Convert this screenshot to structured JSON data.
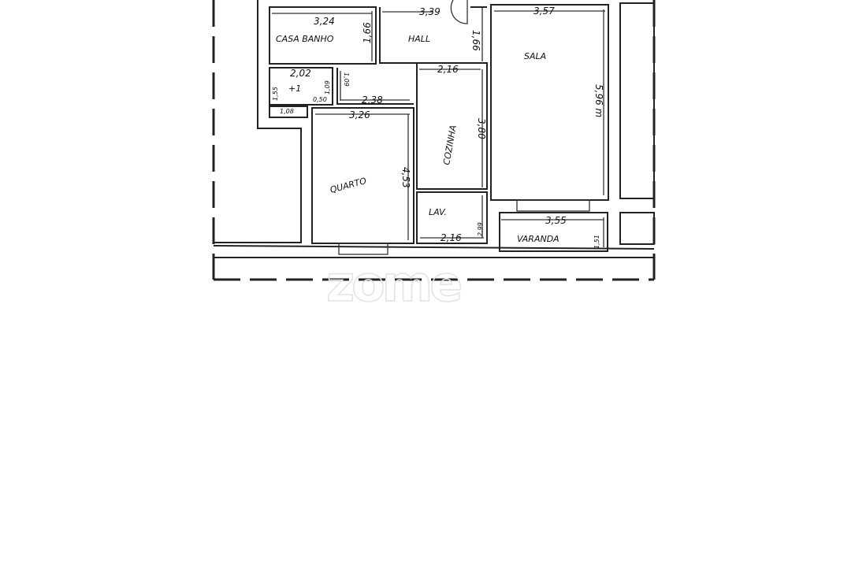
{
  "floor_plan": {
    "rooms": {
      "casa_banho": "CASA BANHO",
      "hall": "HALL",
      "sala": "SALA",
      "wc": "+1",
      "cozinha": "COZINHA",
      "quarto": "QUARTO",
      "lavandaria": "LAV.",
      "varanda": "VARANDA"
    },
    "dimensions": {
      "casa_banho_w": "3,24",
      "casa_banho_h": "1,66",
      "hall_w": "3,39",
      "hall_h": "1,66",
      "sala_w": "3,57",
      "sala_h": "5,96 m",
      "wc_w": "2,02",
      "wc_h": "1,55",
      "wc_small1": "1,09",
      "wc_small2": "0,50",
      "wc_bottom": "1,08",
      "corridor_h": "1,09",
      "corridor_w": "2,38",
      "cozinha_w": "2,16",
      "cozinha_h": "3,80",
      "quarto_w": "3,26",
      "quarto_h": "4,53",
      "lav_w": "2,16",
      "lav_h": "2,99",
      "varanda_w": "3,55",
      "varanda_h": "1,51"
    }
  },
  "watermark": "zome"
}
